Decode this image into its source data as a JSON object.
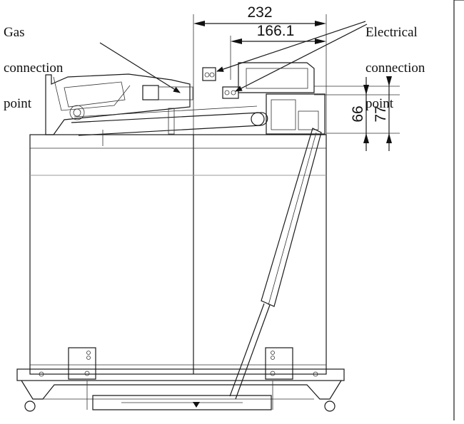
{
  "callouts": {
    "gas": {
      "lines": [
        "Gas",
        "connection",
        "point"
      ]
    },
    "electrical": {
      "lines": [
        "Electrical",
        "connection",
        "point"
      ]
    }
  },
  "dimensions": {
    "overall_width": "232",
    "electrical_offset": "166.1",
    "height_a": "66",
    "height_b": "77"
  }
}
